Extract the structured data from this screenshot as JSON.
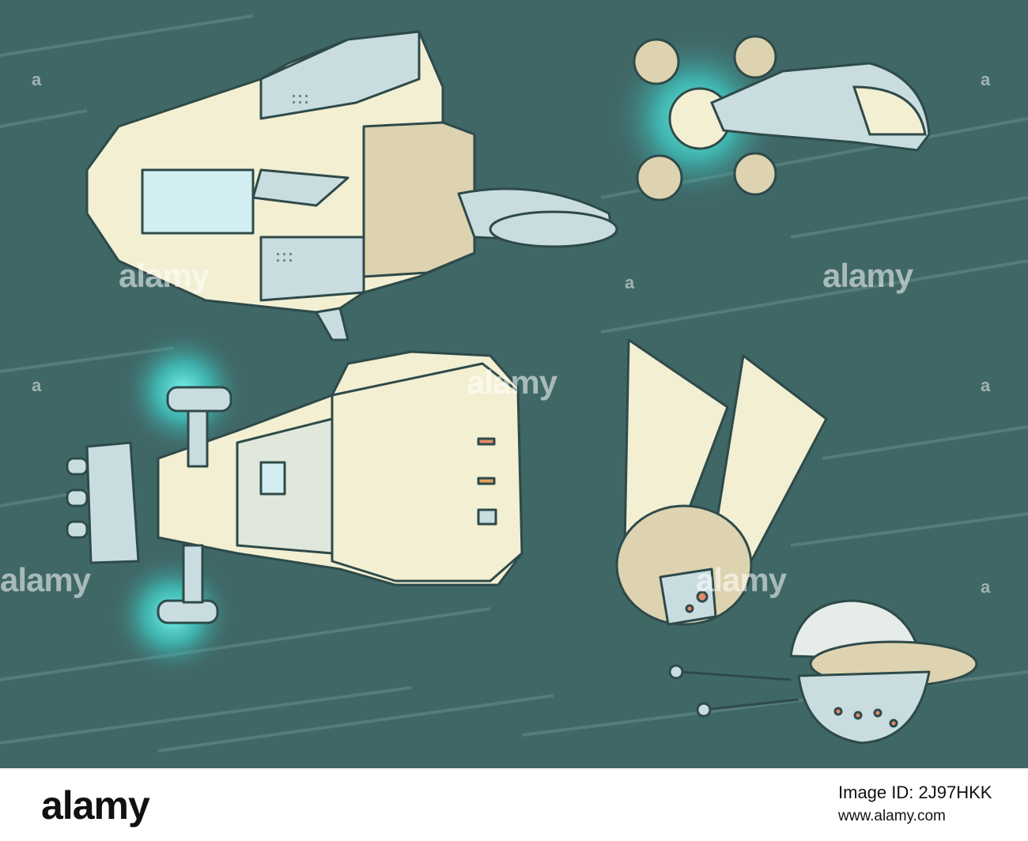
{
  "watermark": {
    "text": "alamy",
    "marker": "a"
  },
  "footer": {
    "logo": "alamy",
    "image_id_label": "Image ID: 2J97HKK",
    "url": "www.alamy.com"
  },
  "colors": {
    "background": "#3f6766",
    "hull_light": "#f3efd2",
    "hull_blue": "#c9dde0",
    "hull_tan": "#ddd3b0",
    "engine_glow": "#66f0ea"
  }
}
